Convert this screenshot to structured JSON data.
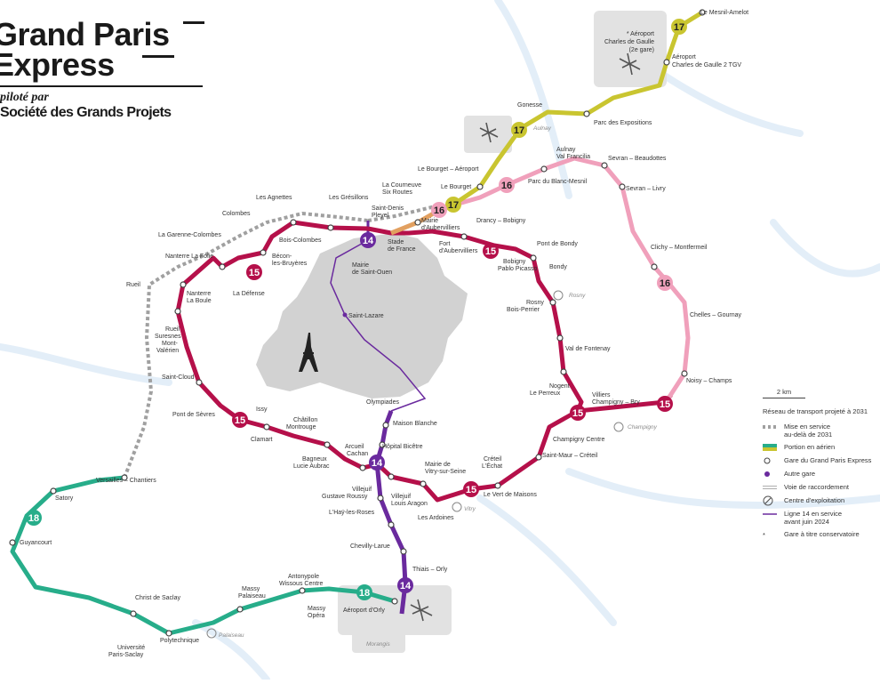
{
  "header": {
    "title_line1": "Grand Paris",
    "title_line2": "Express",
    "subtitle": "piloté par",
    "organization": "Société des Grands Projets"
  },
  "colors": {
    "line14": "#6a2a9e",
    "line15": "#b5104a",
    "line16": "#f0a0bb",
    "line17": "#c9c530",
    "line18": "#27ad8a",
    "future": "#a0a0a0",
    "paris": "#d2d2d2",
    "background_network": "#e3eef8"
  },
  "line_badges": {
    "l14": "14",
    "l15": "15",
    "l16": "16",
    "l17": "17",
    "l18": "18"
  },
  "stations": {
    "le_mesnil_amelot": "Le Mesnil-Amelot",
    "aeroport_cdg_line1": "* Aéroport",
    "aeroport_cdg_line2": "Charles de Gaulle",
    "aeroport_cdg_line3": "(2e gare)",
    "aeroport_cdg2_line1": "Aéroport",
    "aeroport_cdg2_line2": "Charles de Gaulle 2 TGV",
    "gonesse": "Gonesse",
    "parc_expositions": "Parc des Expositions",
    "aulnay_line1": "Aulnay",
    "aulnay_line2": "Val Francilia",
    "sevran_beaudottes": "Sevran – Beaudottes",
    "parc_blanc_mesnil": "Parc du Blanc-Mesnil",
    "sevran_livry": "Sevran – Livry",
    "le_bourget_aeroport": "Le Bourget – Aéroport",
    "le_bourget": "Le Bourget",
    "la_courneuve_line1": "La Courneuve",
    "la_courneuve_line2": "Six Routes",
    "les_gresillons": "Les Grésillons",
    "les_agnettes": "Les Agnettes",
    "colombes": "Colombes",
    "la_garenne_colombes": "La Garenne-Colombes",
    "bois_colombes": "Bois-Colombes",
    "saint_denis_pleyel_line1": "Saint-Denis",
    "saint_denis_pleyel_line2": "Pleyel",
    "mairie_aubervilliers_line1": "Mairie",
    "mairie_aubervilliers_line2": "d'Aubervilliers",
    "drancy_bobigny": "Drancy – Bobigny",
    "stade_de_france_line1": "Stade",
    "stade_de_france_line2": "de France",
    "fort_aubervilliers_line1": "Fort",
    "fort_aubervilliers_line2": "d'Aubervilliers",
    "pont_de_bondy": "Pont de Bondy",
    "bobigny_picasso_line1": "Bobigny",
    "bobigny_picasso_line2": "Pablo Picasso",
    "bondy": "Bondy",
    "clichy_montfermeil": "Clichy – Montfermeil",
    "nanterre_la_folie": "Nanterre La Folie",
    "becon_line1": "Bécon-",
    "becon_line2": "les-Bruyères",
    "mairie_saint_ouen_line1": "Mairie",
    "mairie_saint_ouen_line2": "de Saint-Ouen",
    "rueil": "Rueil",
    "nanterre_la_boule_line1": "Nanterre",
    "nanterre_la_boule_line2": "La Boule",
    "la_defense": "La Défense",
    "rosny_line1": "Rosny",
    "rosny_line2": "Bois-Perrier",
    "chelles_gournay": "Chelles – Gournay",
    "saint_lazare": "Saint-Lazare",
    "rueil_suresnes_line1": "Rueil",
    "rueil_suresnes_line2": "Suresnes",
    "rueil_suresnes_line3": "Mont-",
    "rueil_suresnes_line4": "Valérien",
    "val_de_fontenay": "Val de Fontenay",
    "saint_cloud": "Saint-Cloud",
    "noisy_champs": "Noisy – Champs",
    "nogent_line1": "Nogent",
    "nogent_line2": "Le Perreux",
    "olympiades": "Olympiades",
    "villiers_line1": "Villiers",
    "villiers_line2": "Champigny – Bry",
    "pont_de_sevres": "Pont de Sèvres",
    "issy": "Issy",
    "chatillon_line1": "Châtillon",
    "chatillon_line2": "Montrouge",
    "maison_blanche": "Maison Blanche",
    "champigny_centre": "Champigny Centre",
    "clamart": "Clamart",
    "hopital_bicetre": "Hôpital Bicêtre",
    "arcueil_line1": "Arcueil",
    "arcueil_line2": "Cachan",
    "saint_maur": "Saint-Maur – Créteil",
    "bagneux_line1": "Bagneux",
    "bagneux_line2": "Lucie Aubrac",
    "creteil_line1": "Créteil",
    "creteil_line2": "L'Échat",
    "mairie_vitry_line1": "Mairie de",
    "mairie_vitry_line2": "Vitry-sur-Seine",
    "versailles_chantiers": "Versailles – Chantiers",
    "villejuif_gr_line1": "Villejuif",
    "villejuif_gr_line2": "Gustave Roussy",
    "villejuif_la_line1": "Villejuif",
    "villejuif_la_line2": "Louis Aragon",
    "le_vert_de_maisons": "Le Vert de Maisons",
    "satory": "Satory",
    "lhay_les_roses": "L'Haÿ-les-Roses",
    "les_ardoines": "Les Ardoines",
    "guyancourt": "Guyancourt",
    "chevilly_larue": "Chevilly-Larue",
    "thiais_orly": "Thiais – Orly",
    "christ_de_saclay": "Christ de Saclay",
    "antonypole_line1": "Antonypole",
    "antonypole_line2": "Wissous Centre",
    "massy_palaiseau_line1": "Massy",
    "massy_palaiseau_line2": "Palaiseau",
    "massy_opera_line1": "Massy",
    "massy_opera_line2": "Opéra",
    "aeroport_orly": "Aéroport d'Orly",
    "polytechnique": "Polytechnique",
    "universite_saclay_line1": "Université",
    "universite_saclay_line2": "Paris-Saclay"
  },
  "depots": {
    "aulnay": "Aulnay",
    "rosny": "Rosny",
    "champigny": "Champigny",
    "vitry": "Vitry",
    "palaiseau": "Palaiseau",
    "morangis": "Morangis"
  },
  "legend": {
    "scale": "2 km",
    "network_title": "Réseau de transport projeté à 2031",
    "items": [
      {
        "label_line1": "Mise en service",
        "label_line2": "au-delà de 2031"
      },
      {
        "label_line1": "Portion en aérien",
        "label_line2": ""
      },
      {
        "label_line1": "Gare du Grand Paris Express",
        "label_line2": ""
      },
      {
        "label_line1": "Autre gare",
        "label_line2": ""
      },
      {
        "label_line1": "Voie de raccordement",
        "label_line2": ""
      },
      {
        "label_line1": "Centre d'exploitation",
        "label_line2": ""
      },
      {
        "label_line1": "Ligne 14 en service",
        "label_line2": "avant juin 2024"
      },
      {
        "label_line1": "Gare à titre conservatoire",
        "label_line2": ""
      }
    ]
  }
}
